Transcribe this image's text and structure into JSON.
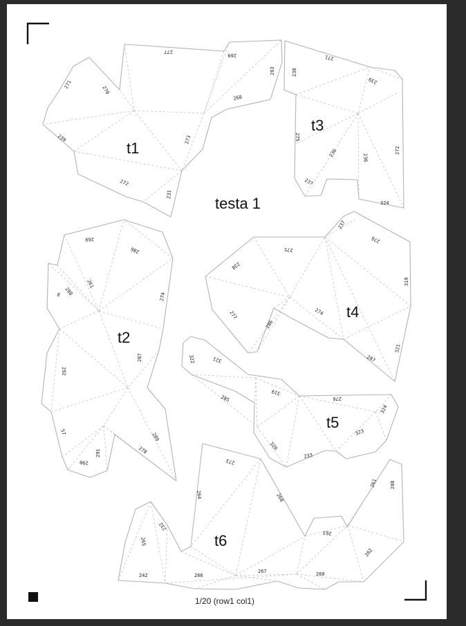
{
  "document": {
    "title": "testa 1",
    "footer": "1/20 (row1 col1)"
  },
  "pieces": {
    "t1": {
      "name": "t1",
      "edges": [
        "271",
        "270",
        "277",
        "269",
        "263",
        "268",
        "239",
        "273",
        "272",
        "231"
      ]
    },
    "t2": {
      "name": "t2",
      "edges": [
        "269",
        "286",
        "261",
        "288",
        "6",
        "274",
        "292",
        "287",
        "57",
        "291",
        "290",
        "289",
        "278"
      ]
    },
    "t3": {
      "name": "t3",
      "edges": [
        "238",
        "271",
        "239",
        "275",
        "236",
        "236",
        "272",
        "237",
        "324"
      ]
    },
    "t4": {
      "name": "t4",
      "edges": [
        "275",
        "237",
        "276",
        "238",
        "319",
        "277",
        "286",
        "274",
        "321",
        "287"
      ]
    },
    "t5": {
      "name": "t5",
      "edges": [
        "322",
        "321",
        "319",
        "276",
        "285",
        "324",
        "323",
        "320",
        "233"
      ]
    },
    "t6": {
      "name": "t6",
      "edges": [
        "273",
        "264",
        "268",
        "261",
        "288",
        "232",
        "265",
        "263",
        "262",
        "242",
        "266",
        "267",
        "260"
      ]
    }
  }
}
